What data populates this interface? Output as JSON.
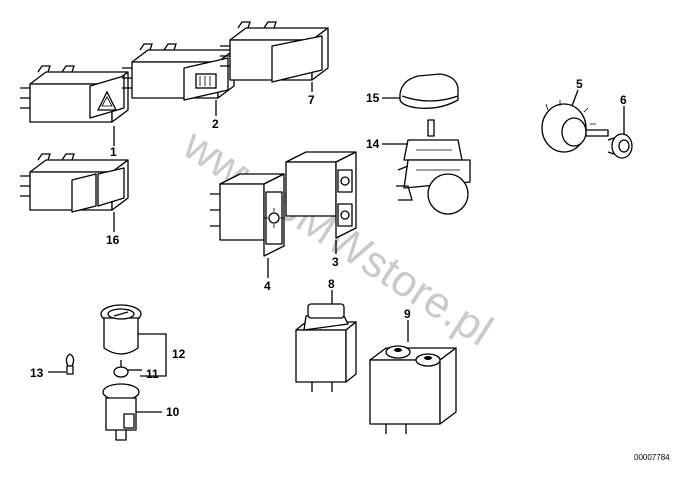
{
  "watermark": "www.BMWstore.pl",
  "document_number": "00007784",
  "callouts": {
    "c1": "1",
    "c2": "2",
    "c3": "3",
    "c4": "4",
    "c5": "5",
    "c6": "6",
    "c7": "7",
    "c8": "8",
    "c9": "9",
    "c10": "10",
    "c11": "11",
    "c12": "12",
    "c13": "13",
    "c14": "14",
    "c15": "15",
    "c16": "16"
  }
}
